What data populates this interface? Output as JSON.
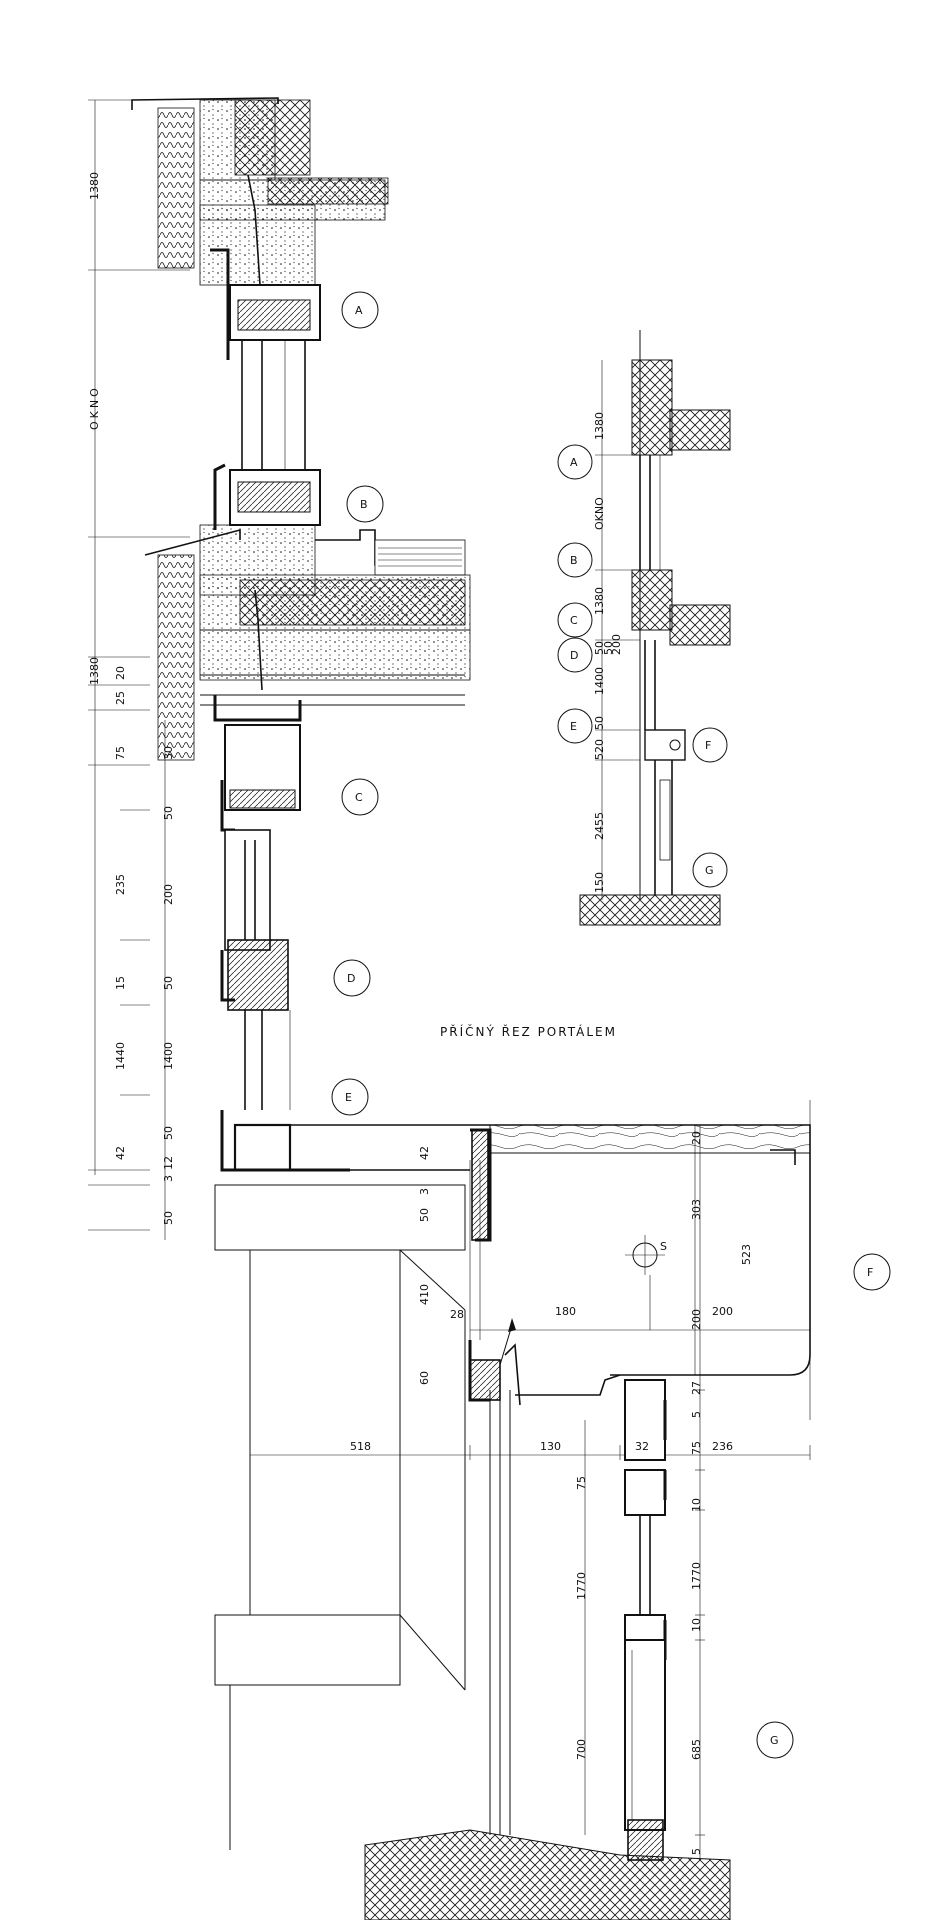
{
  "title": "PŘÍČNÝ ŘEZ PORTÁLEM",
  "detail_labels": [
    "A",
    "B",
    "C",
    "D",
    "E",
    "F",
    "G"
  ],
  "section_marks": {
    "S": "S",
    "okno": "OKNO"
  },
  "left_vertical_dims": {
    "top_1380": "1380",
    "okno": "OKNO",
    "mid_1380": "1380",
    "d20": "20",
    "d25": "25",
    "d75": "75",
    "d30": "30",
    "d50a": "50",
    "d235": "235",
    "d200": "200",
    "d15": "15",
    "d50b": "50",
    "d1440": "1440",
    "d1400": "1400",
    "d42a": "42",
    "d50c": "50",
    "d3": "3",
    "d12": "12",
    "d50d": "50"
  },
  "lower_dims": {
    "d42": "42",
    "d3": "3",
    "d50": "50",
    "d410": "410",
    "d28": "28",
    "d180": "180",
    "d200h": "200",
    "d200v": "200",
    "d303": "303",
    "d523": "523",
    "d20": "20",
    "d60": "60",
    "d27": "27",
    "d5a": "5",
    "d518": "518",
    "d130": "130",
    "d32": "32",
    "d75a": "75",
    "d236": "236",
    "d75b": "75",
    "d10a": "10",
    "d1770a": "1770",
    "d1770b": "1770",
    "d10b": "10",
    "d700": "700",
    "d685": "685",
    "d5b": "5"
  },
  "small_view_dims": {
    "d1380a": "1380",
    "okno": "OKNO",
    "d1380b": "1380",
    "d50a": "50",
    "d50b": "50",
    "d200": "200",
    "d1400": "1400",
    "d50c": "50",
    "d520": "520",
    "d2455": "2455",
    "d150": "150"
  }
}
